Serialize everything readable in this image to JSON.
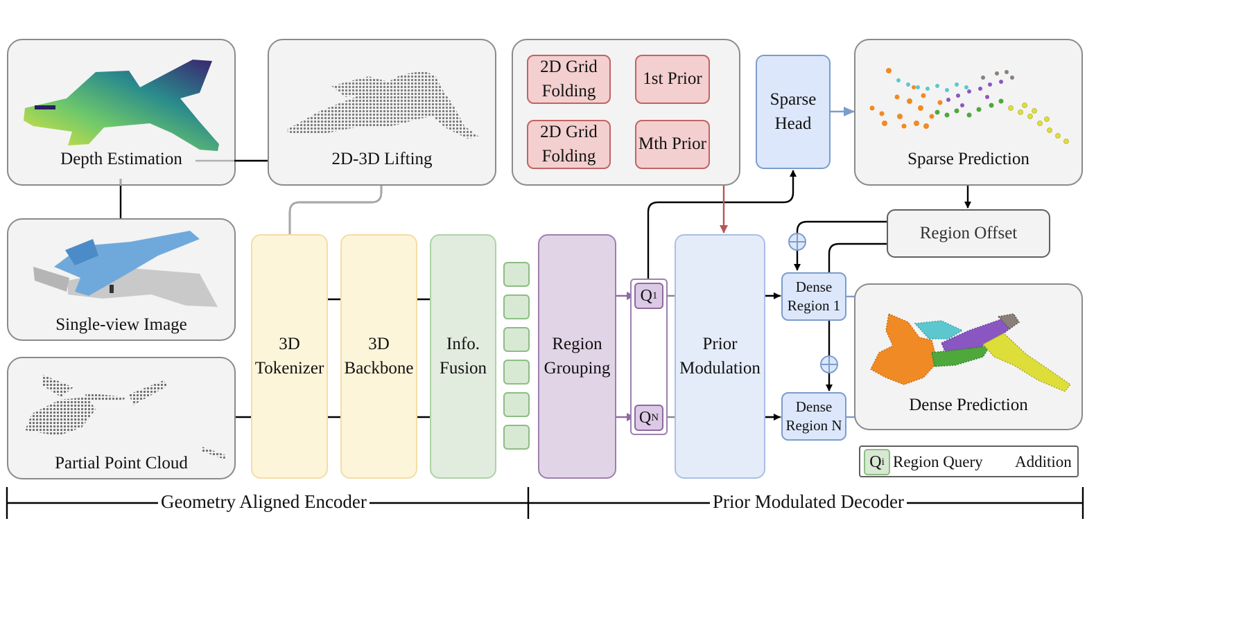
{
  "inputs": {
    "depth": "Depth Estimation",
    "lifting": "2D-3D Lifting",
    "image": "Single-view Image",
    "pointcloud": "Partial Point Cloud"
  },
  "encoder": {
    "tokenizer": [
      "3D",
      "Tokenizer"
    ],
    "backbone": [
      "3D",
      "Backbone"
    ],
    "fusion": [
      "Info.",
      "Fusion"
    ]
  },
  "decoder": {
    "grouping": [
      "Region",
      "Grouping"
    ],
    "modulation": [
      "Prior",
      "Modulation"
    ],
    "q1": "Q",
    "q1_sub": "1",
    "qn": "Q",
    "qn_sub": "N",
    "sparse_head": [
      "Sparse",
      "Head"
    ],
    "sparse_prediction": "Sparse Prediction",
    "region_offset": "Region Offset",
    "dense1": [
      "Dense",
      "Region 1"
    ],
    "densen": [
      "Dense",
      "Region N"
    ],
    "dense_prediction": "Dense Prediction"
  },
  "priors": {
    "folding1": [
      "2D Grid",
      "Folding"
    ],
    "prior1": "1st Prior",
    "folding2": [
      "2D Grid",
      "Folding"
    ],
    "prior2": "Mth Prior"
  },
  "legend": {
    "query_symbol": "Q",
    "query_sub": "i",
    "query_label": "Region Query",
    "addition_label": "Addition"
  },
  "sections": {
    "encoder": "Geometry Aligned Encoder",
    "decoder": "Prior Modulated Decoder"
  },
  "colors": {
    "encoder_yellow": "#fdf5da",
    "fusion_green": "#e1ecdf",
    "grouping_purple": "#e2d4e7",
    "modulation_blue": "#e5ecf9",
    "prior_red": "#f3cfcf",
    "arrow_purple": "#8e6ba3",
    "arrow_red": "#b85555",
    "arrow_blue": "#7b9ccc",
    "point_orange": "#f08a24",
    "point_cyan": "#5cc7cf",
    "point_purple": "#8a56c2",
    "point_green": "#4fa83c",
    "point_yellow": "#dede3a"
  },
  "icons": [
    "depth-map-icon",
    "point-cloud-icon",
    "airplane-image-icon",
    "partial-cloud-icon",
    "sparse-points-icon",
    "dense-points-icon",
    "addition-icon"
  ]
}
